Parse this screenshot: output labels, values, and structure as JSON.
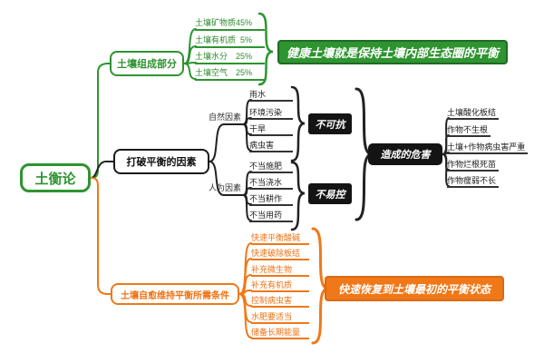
{
  "root": {
    "label": "土衡论"
  },
  "colors": {
    "green": "#2e9430",
    "black": "#1a1a1a",
    "orange": "#f07818"
  },
  "composition": {
    "label": "土壤组成部分",
    "items": [
      {
        "label": "土壤矿物质",
        "value": "45%"
      },
      {
        "label": "土壤有机质",
        "value": "5%"
      },
      {
        "label": "土壤水分",
        "value": "25%"
      },
      {
        "label": "土壤空气",
        "value": "25%"
      }
    ],
    "note": "健康土壤就是保持土壤内部生态圈的平衡"
  },
  "breaking": {
    "label": "打破平衡的因素",
    "natural": {
      "label": "自然因素",
      "items": [
        "雨水",
        "环境污染",
        "干旱",
        "病虫害"
      ],
      "tag": "不可抗"
    },
    "human": {
      "label": "人为因素",
      "items": [
        "不当施肥",
        "不当浇水",
        "不当耕作",
        "不当用药"
      ],
      "tag": "不易控"
    },
    "harm": {
      "label": "造成的危害",
      "items": [
        "土壤酸化板结",
        "作物不生根",
        "土壤+作物病虫害严重",
        "作物烂根死苗",
        "作物瘦弱不长"
      ]
    }
  },
  "healing": {
    "label": "土壤自愈维持平衡所需条件",
    "items": [
      "快速平衡酸碱",
      "快速破除板结",
      "补充微生物",
      "补充有机质",
      "控制病虫害",
      "水肥要适当",
      "储备长期能量"
    ],
    "note": "快速恢复到土壤最初的平衡状态"
  }
}
